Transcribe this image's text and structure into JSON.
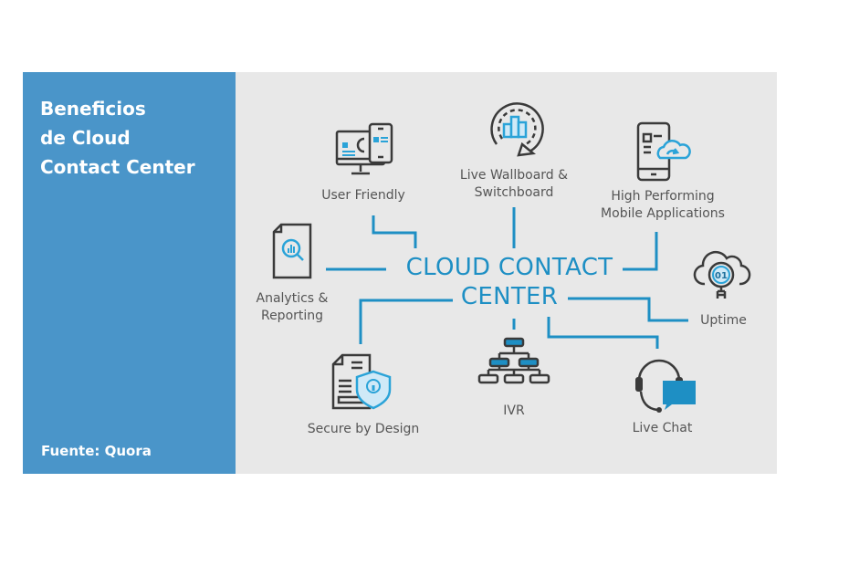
{
  "side_panel": {
    "title_lines": [
      "Beneficios",
      "de Cloud",
      "Contact Center"
    ],
    "source": "Fuente: Quora"
  },
  "diagram": {
    "center": {
      "lines": [
        "CLOUD CONTACT",
        "CENTER"
      ]
    },
    "nodes": [
      {
        "id": "user-friendly",
        "label_lines": [
          "User Friendly"
        ],
        "icon": "monitor-mobile-gear-icon"
      },
      {
        "id": "live-wallboard",
        "label_lines": [
          "Live Wallboard &",
          "Switchboard"
        ],
        "icon": "dashboard-refresh-icon"
      },
      {
        "id": "mobile-apps",
        "label_lines": [
          "High Performing",
          "Mobile Applications"
        ],
        "icon": "phone-cloud-icon"
      },
      {
        "id": "analytics",
        "label_lines": [
          "Analytics &",
          "Reporting"
        ],
        "icon": "report-magnifier-icon"
      },
      {
        "id": "uptime",
        "label_lines": [
          "Uptime"
        ],
        "icon": "cloud-binary-icon"
      },
      {
        "id": "secure",
        "label_lines": [
          "Secure by Design"
        ],
        "icon": "document-shield-icon"
      },
      {
        "id": "ivr",
        "label_lines": [
          "IVR"
        ],
        "icon": "hierarchy-tree-icon"
      },
      {
        "id": "live-chat",
        "label_lines": [
          "Live Chat"
        ],
        "icon": "headset-chat-icon"
      }
    ]
  },
  "colors": {
    "panel_blue": "#4a95c9",
    "accent_blue": "#1e8fc4",
    "canvas_gray": "#e8e8e8",
    "text_gray": "#555555",
    "icon_dark": "#3a3a3a"
  }
}
